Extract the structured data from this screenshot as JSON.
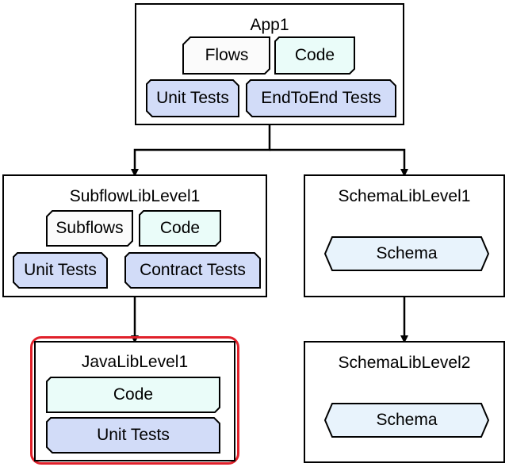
{
  "colors": {
    "white_chip": "#fbfbfb",
    "code_chip": "#eafcf9",
    "test_chip": "#d2dcf8",
    "schema_chip": "#e8f3fc",
    "highlight": "#e0202a",
    "line": "#000000"
  },
  "boxes": {
    "app1": {
      "title": "App1",
      "flows": "Flows",
      "code": "Code",
      "unit_tests": "Unit Tests",
      "e2e_tests": "EndToEnd Tests"
    },
    "subflow_lib_level1": {
      "title": "SubflowLibLevel1",
      "subflows": "Subflows",
      "code": "Code",
      "unit_tests": "Unit Tests",
      "contract_tests": "Contract Tests"
    },
    "schema_lib_level1": {
      "title": "SchemaLibLevel1",
      "schema": "Schema"
    },
    "java_lib_level1": {
      "title": "JavaLibLevel1",
      "code": "Code",
      "unit_tests": "Unit Tests",
      "highlighted": true
    },
    "schema_lib_level2": {
      "title": "SchemaLibLevel2",
      "schema": "Schema"
    }
  },
  "edges": [
    {
      "from": "App1",
      "to": "SubflowLibLevel1"
    },
    {
      "from": "App1",
      "to": "SchemaLibLevel1"
    },
    {
      "from": "SubflowLibLevel1",
      "to": "JavaLibLevel1"
    },
    {
      "from": "SchemaLibLevel1",
      "to": "SchemaLibLevel2"
    }
  ]
}
